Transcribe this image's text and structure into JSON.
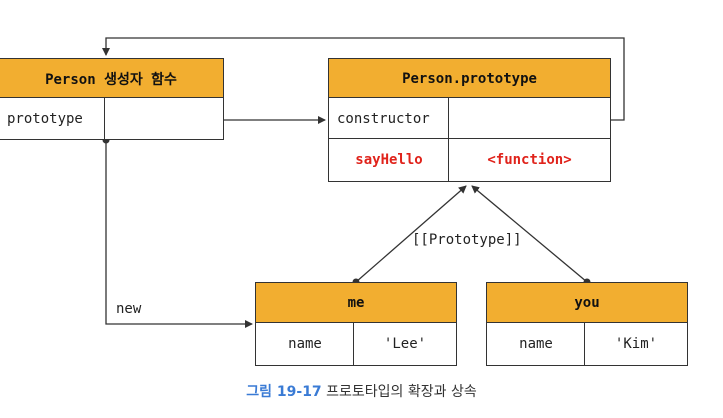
{
  "person_constructor": {
    "title": "Person 생성자 함수",
    "row": {
      "key": "prototype"
    }
  },
  "person_prototype": {
    "title": "Person.prototype",
    "rows": [
      {
        "key": "constructor"
      },
      {
        "key": "sayHello",
        "value": "<function>"
      }
    ]
  },
  "me": {
    "title": "me",
    "row": {
      "key": "name",
      "value": "'Lee'"
    }
  },
  "you": {
    "title": "you",
    "row": {
      "key": "name",
      "value": "'Kim'"
    }
  },
  "labels": {
    "new": "new",
    "prototype_link": "[[Prototype]]"
  },
  "caption": {
    "number": "그림 19-17",
    "text": "프로토타입의 확장과 상속"
  }
}
